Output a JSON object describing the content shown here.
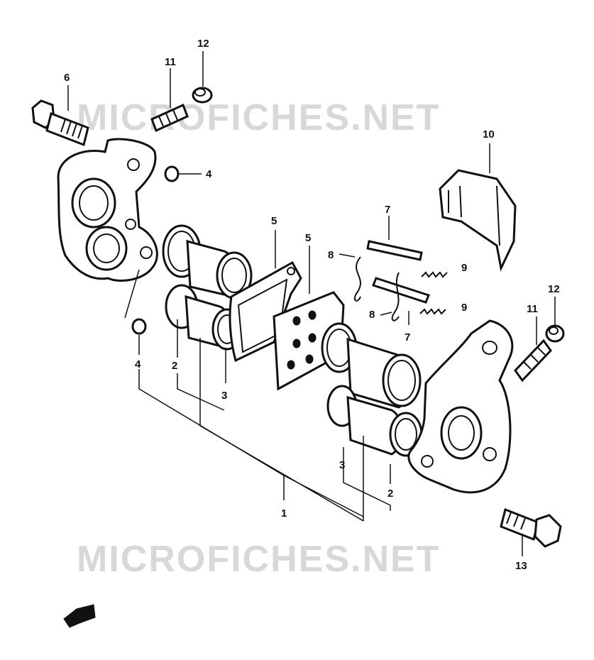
{
  "watermark": {
    "top_text": "MICROFICHES.NET",
    "bottom_text": "MICROFICHES.NET"
  },
  "callouts": {
    "c1": "1",
    "c2_left": "2",
    "c2_right": "2",
    "c3_left": "3",
    "c3_right": "3",
    "c4_top": "4",
    "c4_bottom": "4",
    "c5_left": "5",
    "c5_right": "5",
    "c6": "6",
    "c7_top": "7",
    "c7_bottom": "7",
    "c8_top": "8",
    "c8_bottom": "8",
    "c9_top": "9",
    "c9_bottom": "9",
    "c10": "10",
    "c11_left": "11",
    "c11_right": "11",
    "c12_left": "12",
    "c12_right": "12",
    "c13": "13"
  },
  "icons": {
    "front_arrow": "arrow-icon"
  }
}
